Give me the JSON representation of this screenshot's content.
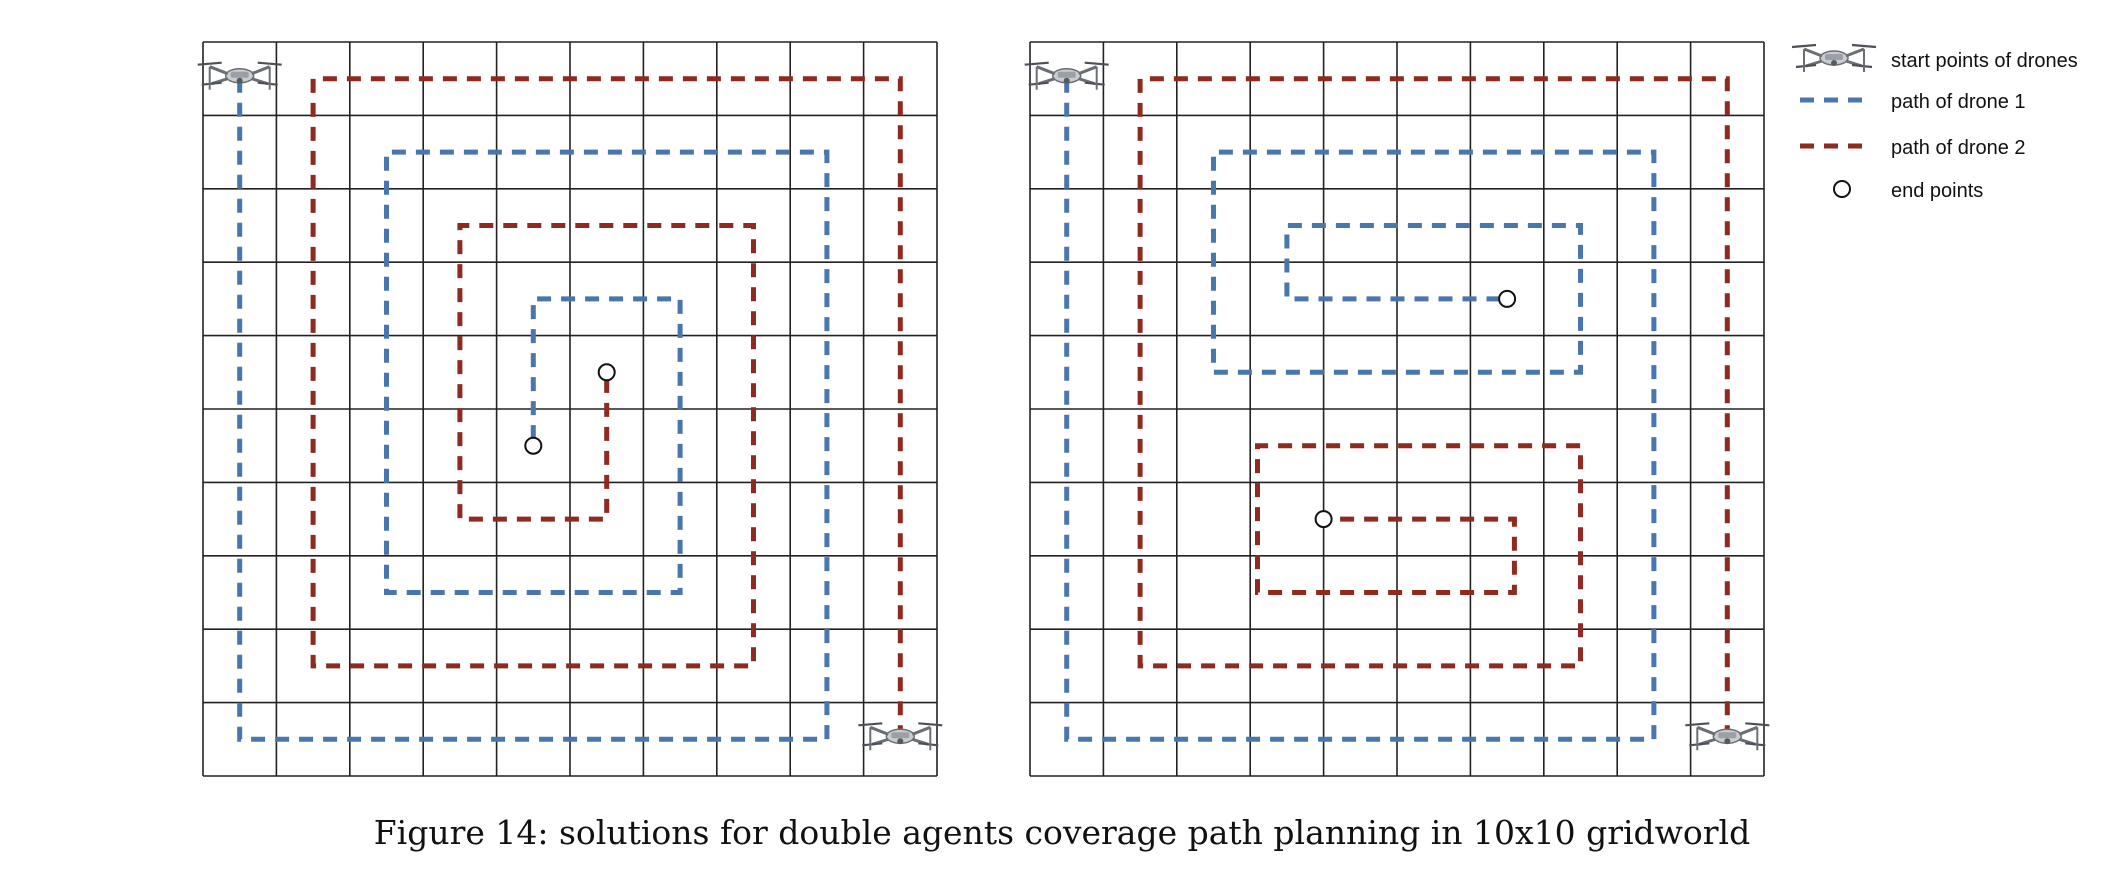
{
  "colors": {
    "drone1": "#4a76ae",
    "drone2": "#8e2a1f",
    "grid": "#222222"
  },
  "legend": {
    "start": "start points of drones",
    "path1": "path of drone 1",
    "path2": "path of drone 2",
    "end": "end points"
  },
  "caption": "Figure 14: solutions for double agents coverage path planning in 10x10 gridworld",
  "grid_size": [
    10,
    10
  ],
  "panels": [
    {
      "starts": [
        [
          0,
          0
        ],
        [
          9,
          9
        ]
      ],
      "drone1_path": [
        [
          0,
          0
        ],
        [
          0,
          9
        ],
        [
          8,
          9
        ],
        [
          8,
          1
        ],
        [
          2,
          1
        ],
        [
          2,
          7
        ],
        [
          6,
          7
        ],
        [
          6,
          3
        ],
        [
          4,
          3
        ],
        [
          4,
          5
        ]
      ],
      "drone2_path": [
        [
          9,
          9
        ],
        [
          9,
          0
        ],
        [
          1,
          0
        ],
        [
          1,
          8
        ],
        [
          7,
          8
        ],
        [
          7,
          2
        ],
        [
          3,
          2
        ],
        [
          3,
          6
        ],
        [
          5,
          6
        ],
        [
          5,
          4
        ]
      ],
      "ends": [
        [
          4,
          5
        ],
        [
          5,
          4
        ]
      ]
    },
    {
      "starts": [
        [
          0,
          0
        ],
        [
          9,
          9
        ]
      ],
      "drone1_path": [
        [
          0,
          0
        ],
        [
          0,
          9
        ],
        [
          8,
          9
        ],
        [
          8,
          1
        ],
        [
          2,
          1
        ],
        [
          2,
          4
        ],
        [
          7,
          4
        ],
        [
          7,
          2
        ],
        [
          3,
          2
        ],
        [
          3,
          3
        ],
        [
          6,
          3
        ]
      ],
      "drone2_path": [
        [
          9,
          9
        ],
        [
          9,
          0
        ],
        [
          1,
          0
        ],
        [
          1,
          8
        ],
        [
          7,
          8
        ],
        [
          7,
          5
        ],
        [
          2.6,
          5
        ],
        [
          2.6,
          7
        ],
        [
          6.1,
          7
        ],
        [
          6.1,
          6
        ],
        [
          3.5,
          6
        ]
      ],
      "ends": [
        [
          6,
          3
        ],
        [
          3.5,
          6
        ]
      ]
    }
  ]
}
